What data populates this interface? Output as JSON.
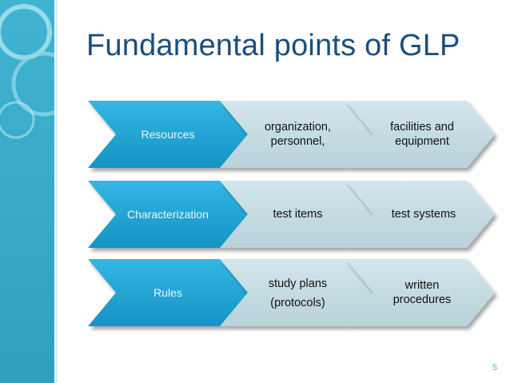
{
  "slide": {
    "title": "Fundamental points of GLP",
    "page_number": "5"
  },
  "rows": [
    {
      "head": "Resources",
      "items": [
        [
          "organization,",
          "personnel,"
        ],
        [
          "facilities and",
          "equipment"
        ]
      ]
    },
    {
      "head": "Characterization",
      "items": [
        [
          "test items"
        ],
        [
          "test systems"
        ]
      ]
    },
    {
      "head": "Rules",
      "items": [
        [
          "study plans",
          "(protocols)"
        ],
        [
          "written",
          "procedures"
        ]
      ]
    }
  ],
  "colors": {
    "sidebar": "#3aaecb",
    "head_chevron": "#1ea3d3",
    "item_chevron": "#c4dbe3",
    "title": "#1b4e7c"
  }
}
